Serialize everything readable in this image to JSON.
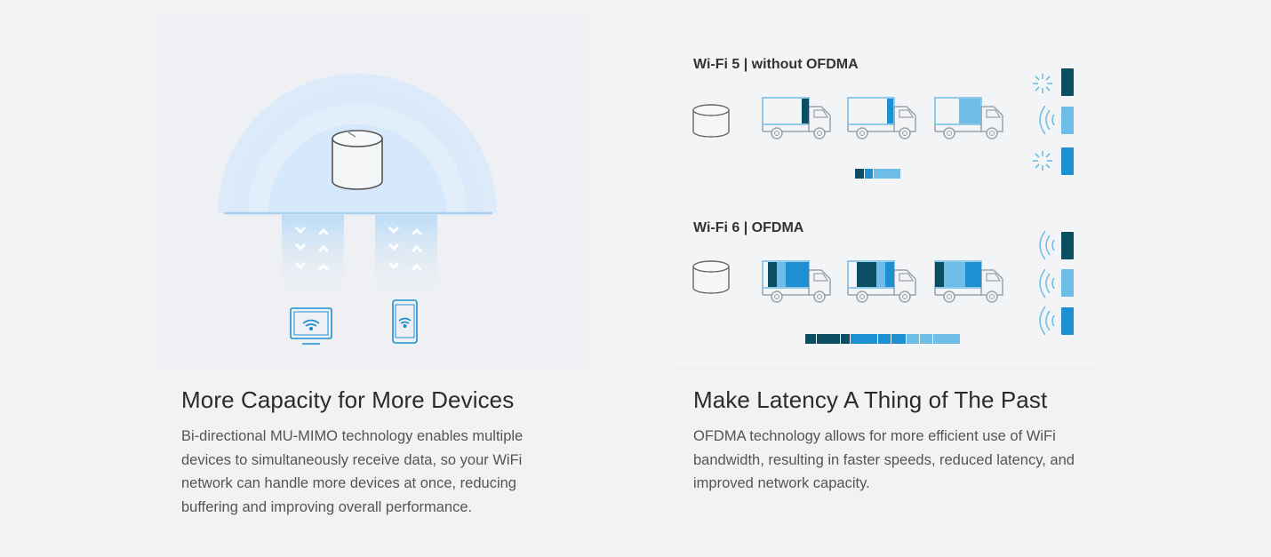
{
  "features": [
    {
      "title": "More Capacity for More Devices",
      "description": "Bi-directional MU-MIMO technology enables multiple devices to simultaneously receive data, so your WiFi network can handle more devices at once, reducing buffering and improving overall performance."
    },
    {
      "title": "Make Latency A Thing of The Past",
      "description": "OFDMA technology allows for more efficient use of WiFi bandwidth, resulting in faster speeds, reduced latency, and improved network capacity."
    }
  ],
  "ofdma_diagram": {
    "wifi5_label": "Wi-Fi 5 | without OFDMA",
    "wifi6_label": "Wi-Fi 6 | OFDMA"
  },
  "colors": {
    "dark": "#0b4e63",
    "mid": "#1e8fd0",
    "light": "#6ebde6",
    "line": "#9aa3ab",
    "glow": "#cfe4f8"
  },
  "icons": [
    "router-icon",
    "monitor-wifi-icon",
    "phone-wifi-icon",
    "truck-icon",
    "signal-waves-icon",
    "no-signal-icon"
  ]
}
